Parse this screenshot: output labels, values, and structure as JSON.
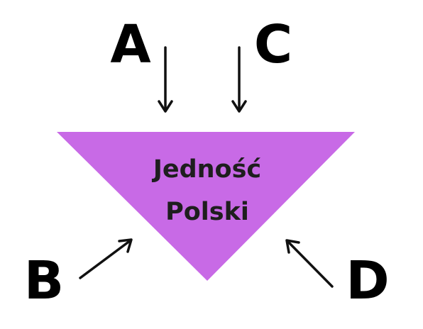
{
  "diagram": {
    "center": {
      "line1": "Jedność",
      "line2": "Polski"
    },
    "labels": {
      "a": "A",
      "b": "B",
      "c": "C",
      "d": "D"
    },
    "colors": {
      "triangle": "#c86ae6",
      "text": "#1e1e1e",
      "arrows": "#111111",
      "background": "#ffffff"
    }
  }
}
